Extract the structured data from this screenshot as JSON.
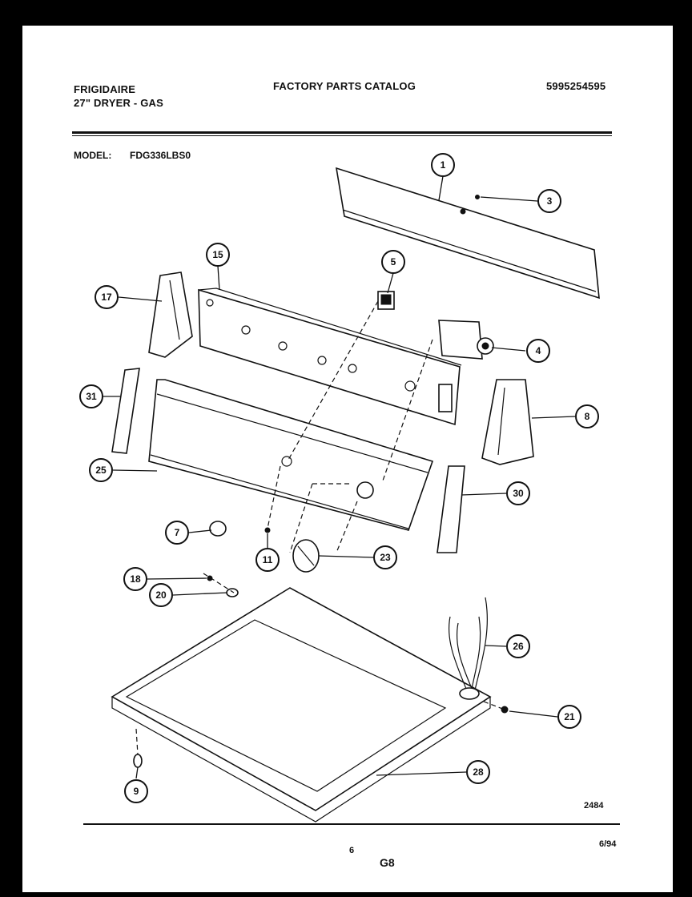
{
  "header": {
    "brand": "FRIGIDAIRE",
    "product": "27\" DRYER - GAS",
    "catalog_title": "FACTORY PARTS CATALOG",
    "catalog_number": "5995254595",
    "model_label": "MODEL:",
    "model_value": "FDG336LBS0"
  },
  "footer": {
    "diagram_code": "2484",
    "page_number": "6",
    "date": "6/94",
    "section": "G8"
  },
  "callouts": [
    "1",
    "3",
    "15",
    "5",
    "17",
    "4",
    "31",
    "8",
    "25",
    "30",
    "7",
    "11",
    "23",
    "18",
    "20",
    "26",
    "21",
    "28",
    "9"
  ]
}
